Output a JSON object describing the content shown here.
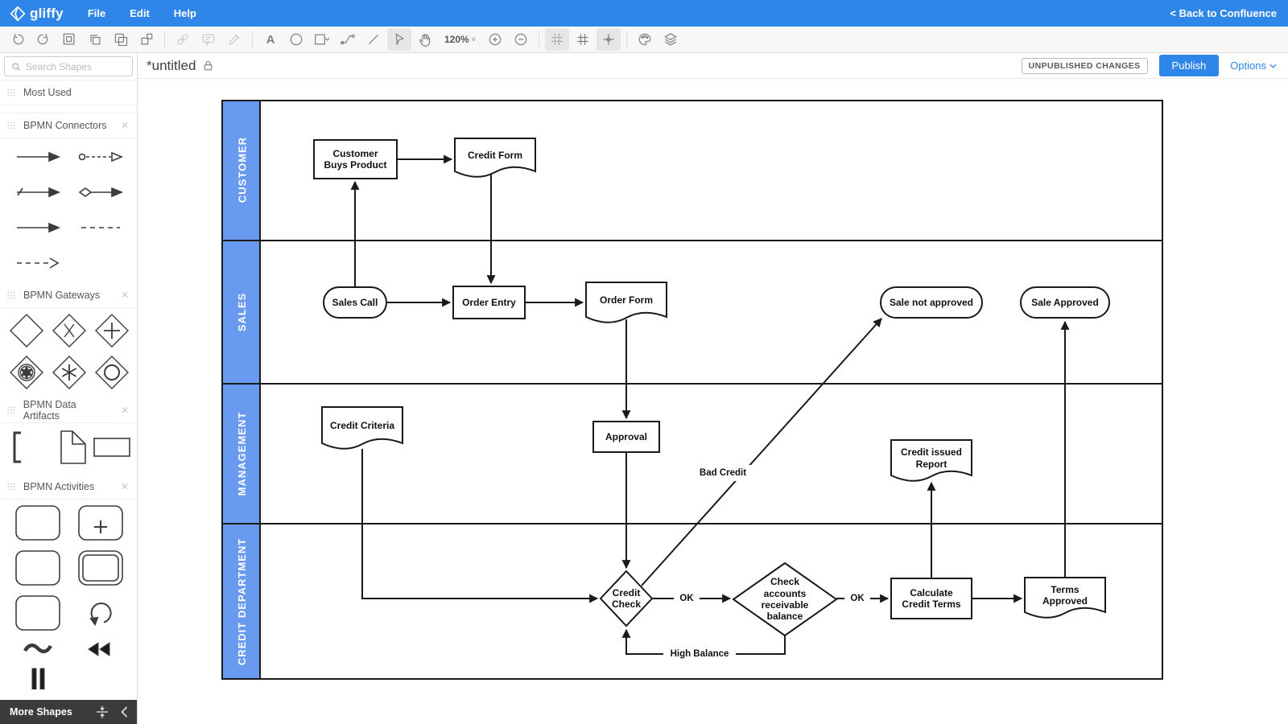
{
  "colors": {
    "accent": "#2E86E8",
    "lane-blue": "#689AF0",
    "diagram-ink": "#1a1a1a"
  },
  "topbar": {
    "logo_text": "gliffy",
    "menus": [
      "File",
      "Edit",
      "Help"
    ],
    "back_link": "< Back to Confluence"
  },
  "toolbar": {
    "zoom_level": "120%"
  },
  "titlebar": {
    "title": "*untitled",
    "status_badge": "UNPUBLISHED CHANGES",
    "publish_label": "Publish",
    "options_label": "Options"
  },
  "sidebar": {
    "search_placeholder": "Search Shapes",
    "sections": [
      "Most Used",
      "BPMN Connectors",
      "BPMN Gateways",
      "BPMN Data Artifacts",
      "BPMN Activities"
    ],
    "more_shapes_label": "More Shapes"
  },
  "diagram": {
    "lanes": [
      "CUSTOMER",
      "SALES",
      "MANAGEMENT",
      "CREDIT DEPARTMENT"
    ],
    "nodes": {
      "customer_buys": "Customer\nBuys Product",
      "credit_form": "Credit Form",
      "sales_call": "Sales Call",
      "order_entry": "Order Entry",
      "order_form": "Order Form",
      "sale_not_approved": "Sale not approved",
      "sale_approved": "Sale Approved",
      "credit_criteria": "Credit Criteria",
      "approval": "Approval",
      "credit_issued_report": "Credit issued\nReport",
      "credit_check": "Credit\nCheck",
      "check_accounts": "Check\naccounts\nreceivable\nbalance",
      "calculate_credit_terms": "Calculate\nCredit Terms",
      "terms_approved": "Terms\nApproved"
    },
    "edge_labels": {
      "ok1": "OK",
      "ok2": "OK",
      "high_balance": "High Balance",
      "bad_credit": "Bad Credit"
    }
  }
}
